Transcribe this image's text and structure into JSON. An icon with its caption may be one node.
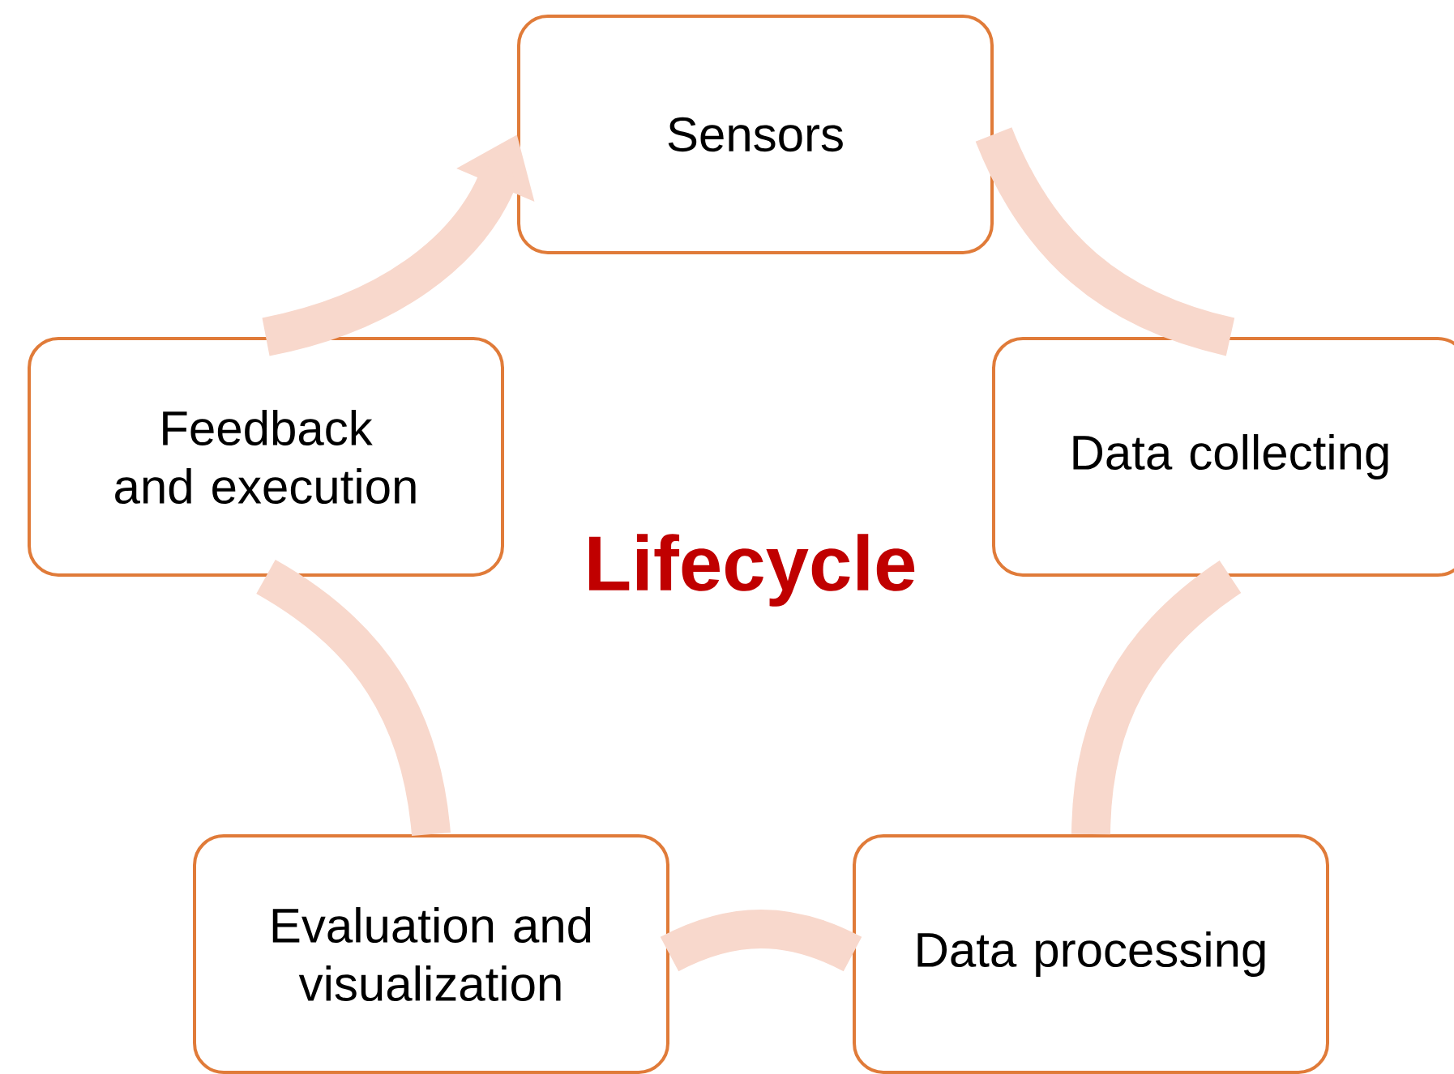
{
  "diagram": {
    "nodes": [
      {
        "text": [
          "Sensors"
        ]
      },
      {
        "text": [
          "Feedback and execution"
        ]
      },
      {
        "text": [
          "Data collecting"
        ]
      },
      {
        "text": [
          "Evaluation and visualization"
        ]
      },
      {
        "text": [
          "Data processing"
        ]
      }
    ],
    "edges": [
      {
        "from": 0,
        "to": 2,
        "arrow": "none"
      },
      {
        "from": 2,
        "to": 4,
        "arrow": "none"
      },
      {
        "from": 4,
        "to": 3,
        "arrow": "none"
      },
      {
        "from": 3,
        "to": 1,
        "arrow": "none"
      },
      {
        "from": 1,
        "to": 0,
        "arrow": "to"
      }
    ],
    "labels": [
      "Lifecycle"
    ]
  }
}
